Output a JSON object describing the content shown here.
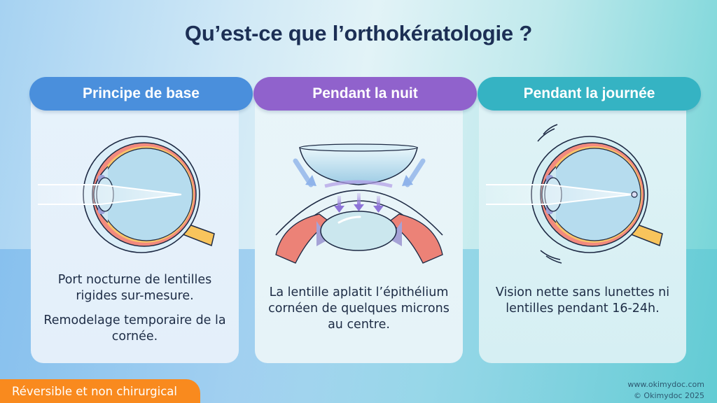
{
  "title": "Qu’est-ce que l’orthokératologie ?",
  "cards": [
    {
      "header": "Principe de base",
      "header_color": "#4a8fdc",
      "illustration": "eye-cross-section-icon",
      "paragraphs": [
        "Port nocturne de lentilles rigides sur-mesure.",
        "Remodelage temporaire de la cornée."
      ]
    },
    {
      "header": "Pendant la nuit",
      "header_color": "#9062cc",
      "illustration": "lens-pressing-cornea-icon",
      "paragraphs": [
        "La lentille aplatit l’épithélium cornéen de quelques microns au centre."
      ]
    },
    {
      "header": "Pendant la journée",
      "header_color": "#35b3c3",
      "illustration": "eye-clear-focus-icon",
      "paragraphs": [
        "Vision nette sans lunettes ni lentilles pendant 16-24h."
      ]
    }
  ],
  "badge": {
    "label": "Réversible et non chirurgical",
    "color": "#f98a1e"
  },
  "footer": {
    "url": "www.okimydoc.com",
    "copyright": "© Okimydoc 2025"
  }
}
